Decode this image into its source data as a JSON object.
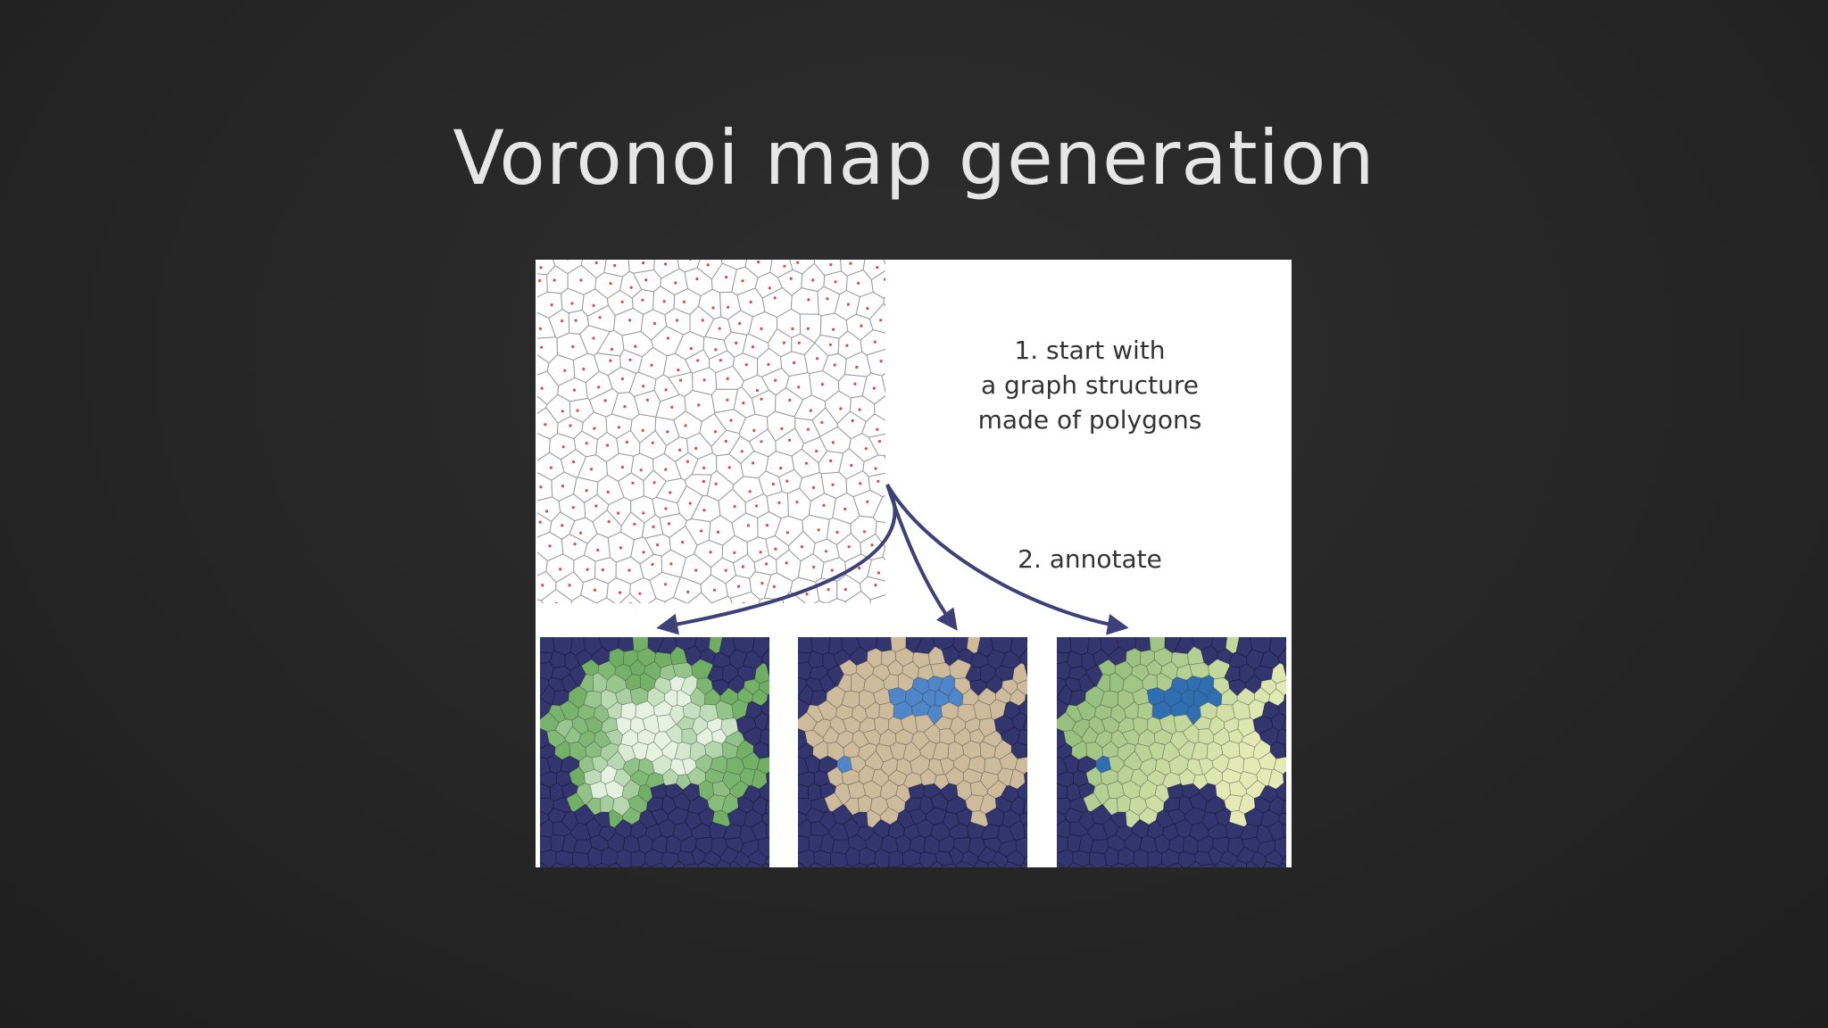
{
  "slide": {
    "title": "Voronoi map generation"
  },
  "figure": {
    "step1_lines": [
      "1. start with",
      "a graph structure",
      "made of polygons"
    ],
    "step2_label": "2. annotate",
    "panels": [
      {
        "scheme": "elevation",
        "land_color": "#6fae62",
        "peak_color": "#e4f2df"
      },
      {
        "scheme": "land-water",
        "land_color": "#cdbb9c",
        "lake_color": "#4f86c9"
      },
      {
        "scheme": "moisture",
        "land_color": "#98c07e",
        "light_color": "#e3eab3",
        "lake_color": "#2f6fb1"
      }
    ],
    "colors": {
      "ocean": "#33356e",
      "arrow": "#3f3f7a",
      "cell_edge": "#9a9a9a",
      "cell_point": "#e04848"
    }
  }
}
